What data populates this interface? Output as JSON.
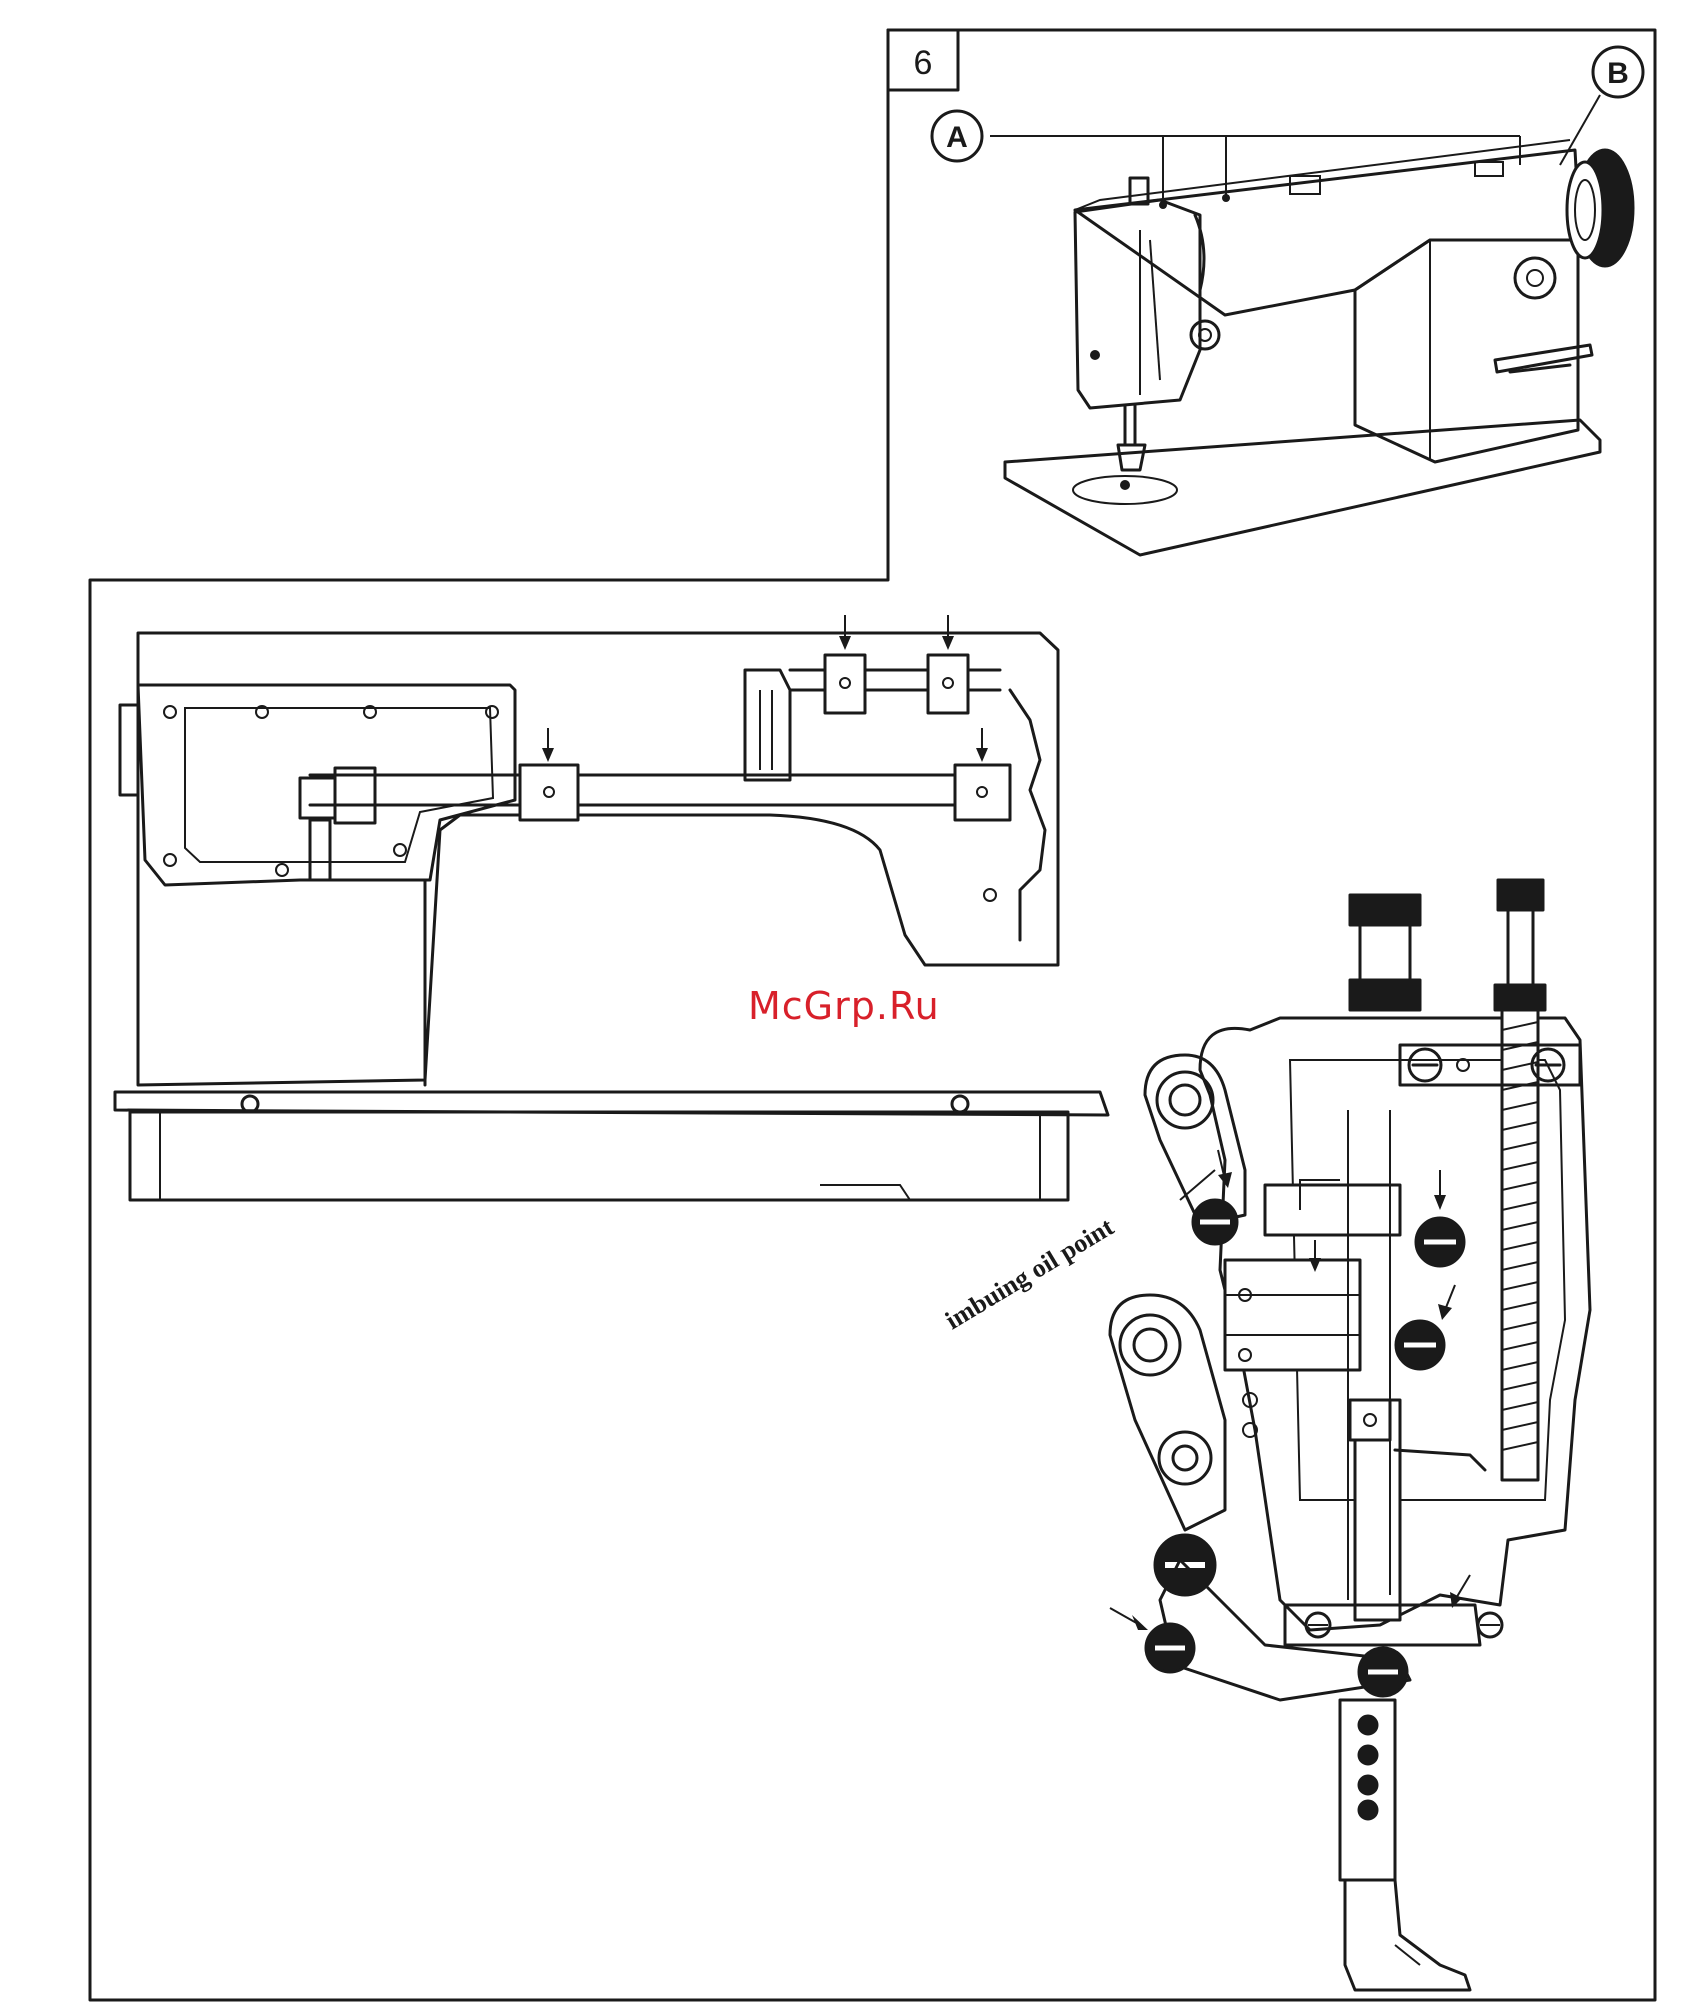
{
  "figure": {
    "number": "6",
    "callouts": {
      "a": "A",
      "b": "B"
    },
    "oil_point_label": "imbuing oil point"
  },
  "watermark": {
    "text": "McGrp.Ru",
    "color": "#d8202a"
  },
  "colors": {
    "ink": "#1a1a1a",
    "background": "#ffffff"
  }
}
